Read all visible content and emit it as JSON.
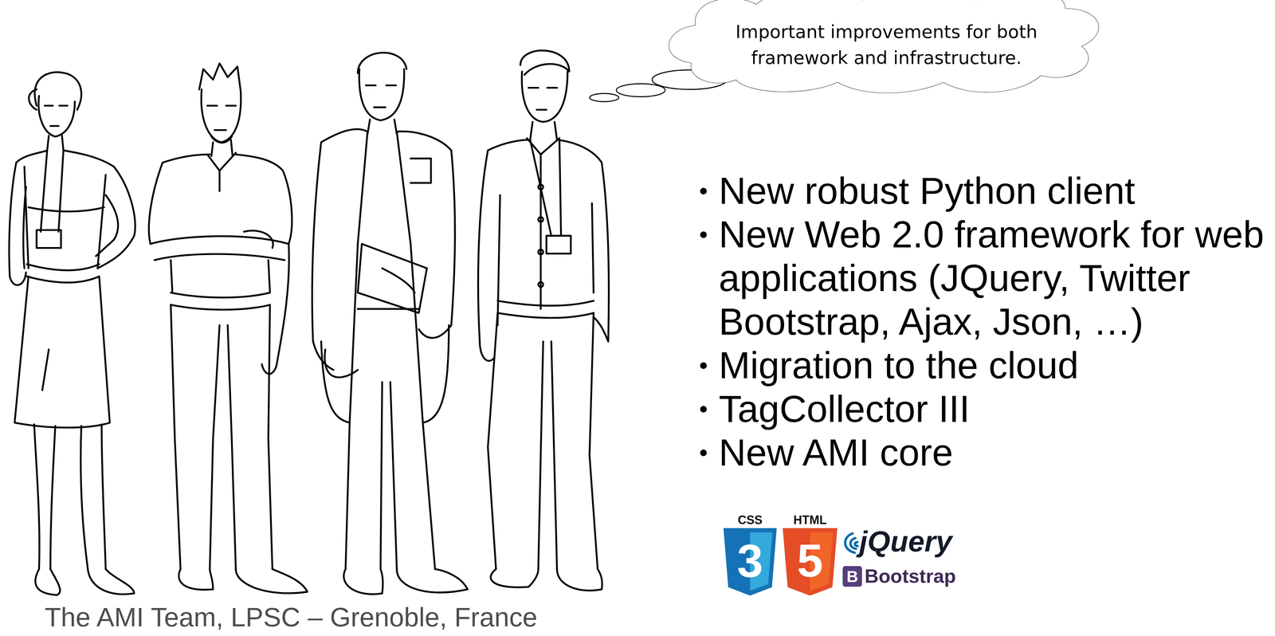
{
  "diagram": {
    "caption": "The AMI Team, LPSC – Grenoble, France",
    "nodes": [
      {
        "text": [
          "Important improvements for both framework and infrastructure."
        ]
      },
      {
        "text": [
          "CSS",
          "3"
        ]
      },
      {
        "text": [
          "HTML",
          "5"
        ]
      },
      {
        "text": [
          "B"
        ]
      }
    ],
    "labels": [
      "New robust Python client",
      "New Web 2.0 framework for web applications (JQuery, Twitter Bootstrap, Ajax, Json, …)",
      "Migration to the cloud",
      "TagCollector III",
      "New AMI core",
      "jQuery",
      "Bootstrap"
    ]
  }
}
